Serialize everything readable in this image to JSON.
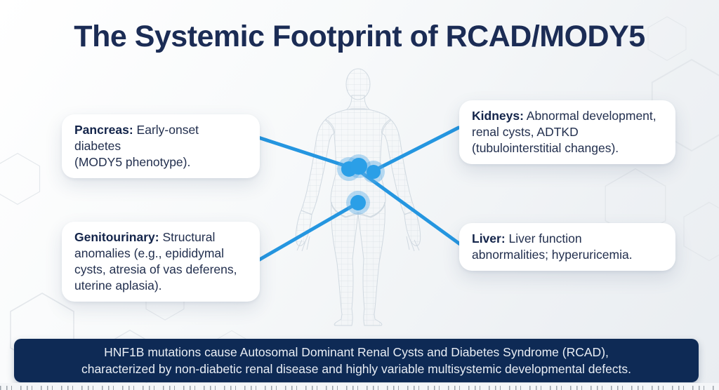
{
  "title": "The Systemic Footprint of RCAD/MODY5",
  "callouts": [
    {
      "id": "pancreas",
      "organ": "Pancreas:",
      "text": " Early-onset diabetes\n(MODY5 phenotype)."
    },
    {
      "id": "kidneys",
      "organ": "Kidneys:",
      "text": " Abnormal development,\nrenal cysts, ADTKD\n(tubulointerstitial changes)."
    },
    {
      "id": "genitourinary",
      "organ": "Genitourinary:",
      "text": " Structural\nanomalies (e.g., epididymal\ncysts, atresia of vas deferens,\nuterine aplasia)."
    },
    {
      "id": "liver",
      "organ": "Liver:",
      "text": " Liver function\nabnormalities; hyperuricemia."
    }
  ],
  "footer": {
    "line1": "HNF1B mutations cause Autosomal Dominant Renal Cysts and Diabetes Syndrome (RCAD),",
    "line2": "characterized by non-diabetic renal disease and highly variable multisystemic developmental defects."
  },
  "colors": {
    "accent_line": "#2596e0",
    "marker_core": "#2b9fe7",
    "marker_halo": "rgba(86,170,230,0.40)",
    "banner_bg": "#0e2a55",
    "title_text": "#1b2c55",
    "body_wireframe": "#c3ced8"
  }
}
